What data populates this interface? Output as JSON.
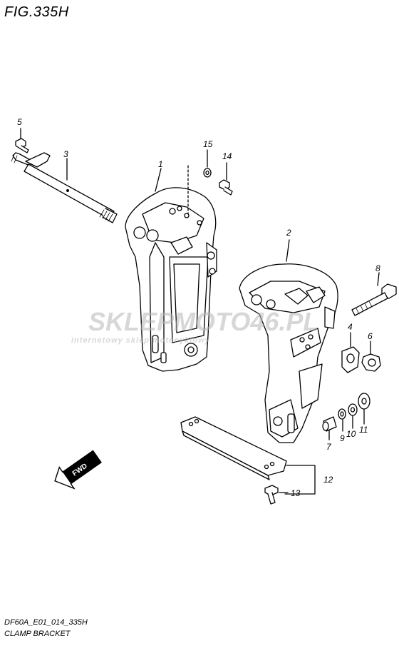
{
  "figure": {
    "title": "FIG.335H",
    "code": "DF60A_E01_014_335H",
    "name": "CLAMP BRACKET"
  },
  "watermark": {
    "line1": "SKLEPMOTO46.PL",
    "line2": "internetowy sklep motocyklowy",
    "accent_color": "#e53935",
    "gray_color": "#b8b8b8"
  },
  "direction_badge": {
    "label": "FWD",
    "icon": "arrow-fwd-icon"
  },
  "callouts": {
    "c1": "1",
    "c2": "2",
    "c3": "3",
    "c4": "4",
    "c5": "5",
    "c6": "6",
    "c7": "7",
    "c8": "8",
    "c9": "9",
    "c10": "10",
    "c11": "11",
    "c12": "12",
    "c13": "13",
    "c14": "14",
    "c15": "15"
  }
}
